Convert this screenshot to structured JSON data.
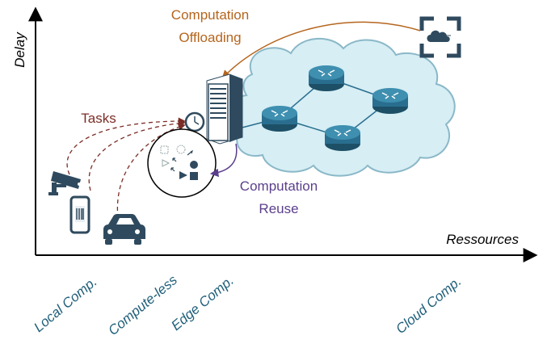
{
  "axes": {
    "y_label": "Delay",
    "x_label": "Ressources"
  },
  "labels": {
    "offloading_line1": "Computation",
    "offloading_line2": "Offloading",
    "tasks": "Tasks",
    "reuse_line1": "Computation",
    "reuse_line2": "Reuse"
  },
  "categories": [
    "Local Comp.",
    "Compute-less",
    "Edge Comp.",
    "Cloud Comp."
  ],
  "colors": {
    "offloading": "#b5651d",
    "tasks": "#7b2d26",
    "reuse": "#5b3f8c",
    "category_text": "#1f5f7a",
    "device_fill": "#2f4a5e",
    "cloud_fill": "#d6eef4",
    "cloud_stroke": "#8ab8c8",
    "router_fill": "#2a6e8f"
  },
  "icons": [
    "camera-icon",
    "phone-icon",
    "car-icon",
    "clock-icon",
    "server-icon",
    "router-icon",
    "cloud-app-icon",
    "reuse-circle-icon"
  ]
}
